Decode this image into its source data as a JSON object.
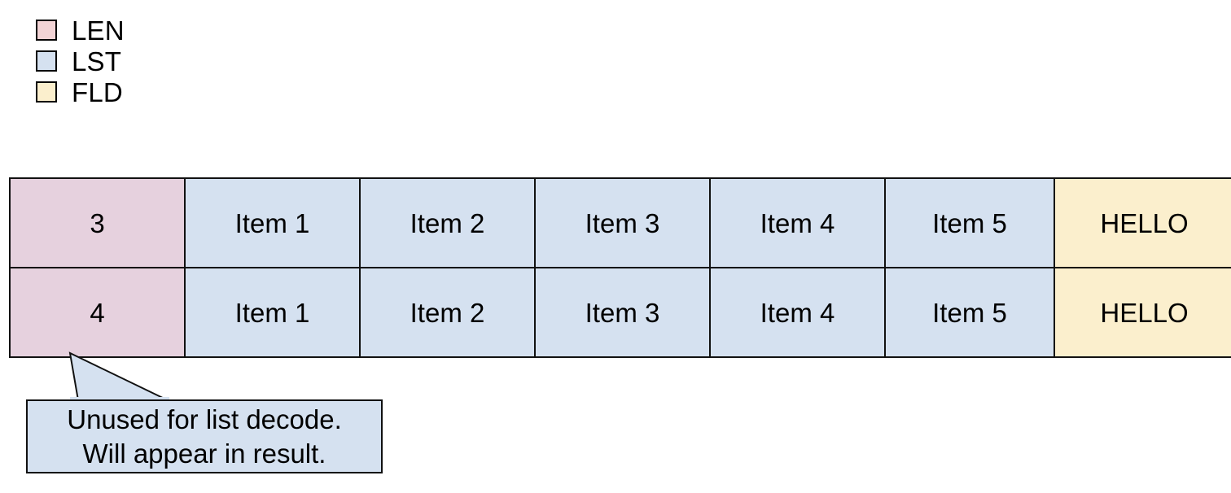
{
  "colors": {
    "len_fill": "#e6d1de",
    "lst_fill": "#d5e1f0",
    "fld_fill": "#fbefcd",
    "legend_len_fill": "#f2d3d5",
    "legend_lst_fill": "#d5e1f0",
    "legend_fld_fill": "#fbefcd",
    "stroke": "#111111",
    "background": "#ffffff",
    "text": "#000000"
  },
  "legend": {
    "items": [
      {
        "label": "LEN",
        "color": "#f2d3d5",
        "icon": "color-swatch-icon"
      },
      {
        "label": "LST",
        "color": "#d5e1f0",
        "icon": "color-swatch-icon"
      },
      {
        "label": "FLD",
        "color": "#fbefcd",
        "icon": "color-swatch-icon"
      }
    ]
  },
  "table": {
    "column_kinds": [
      "len",
      "lst",
      "lst",
      "lst",
      "lst",
      "lst",
      "fld"
    ],
    "rows": [
      {
        "cells": [
          {
            "text": "3",
            "kind": "len"
          },
          {
            "text": "Item 1",
            "kind": "lst"
          },
          {
            "text": "Item 2",
            "kind": "lst"
          },
          {
            "text": "Item 3",
            "kind": "lst"
          },
          {
            "text": "Item 4",
            "kind": "lst"
          },
          {
            "text": "Item 5",
            "kind": "lst"
          },
          {
            "text": "HELLO",
            "kind": "fld"
          }
        ]
      },
      {
        "cells": [
          {
            "text": "4",
            "kind": "len"
          },
          {
            "text": "Item 1",
            "kind": "lst"
          },
          {
            "text": "Item 2",
            "kind": "lst"
          },
          {
            "text": "Item 3",
            "kind": "lst"
          },
          {
            "text": "Item 4",
            "kind": "lst"
          },
          {
            "text": "Item 5",
            "kind": "lst"
          },
          {
            "text": "HELLO",
            "kind": "fld"
          }
        ]
      }
    ]
  },
  "callout": {
    "line1": "Unused for list decode.",
    "line2": "Will appear in result.",
    "fill": "#d5e1f0",
    "points_at_row": 2,
    "points_at_column": "len"
  }
}
